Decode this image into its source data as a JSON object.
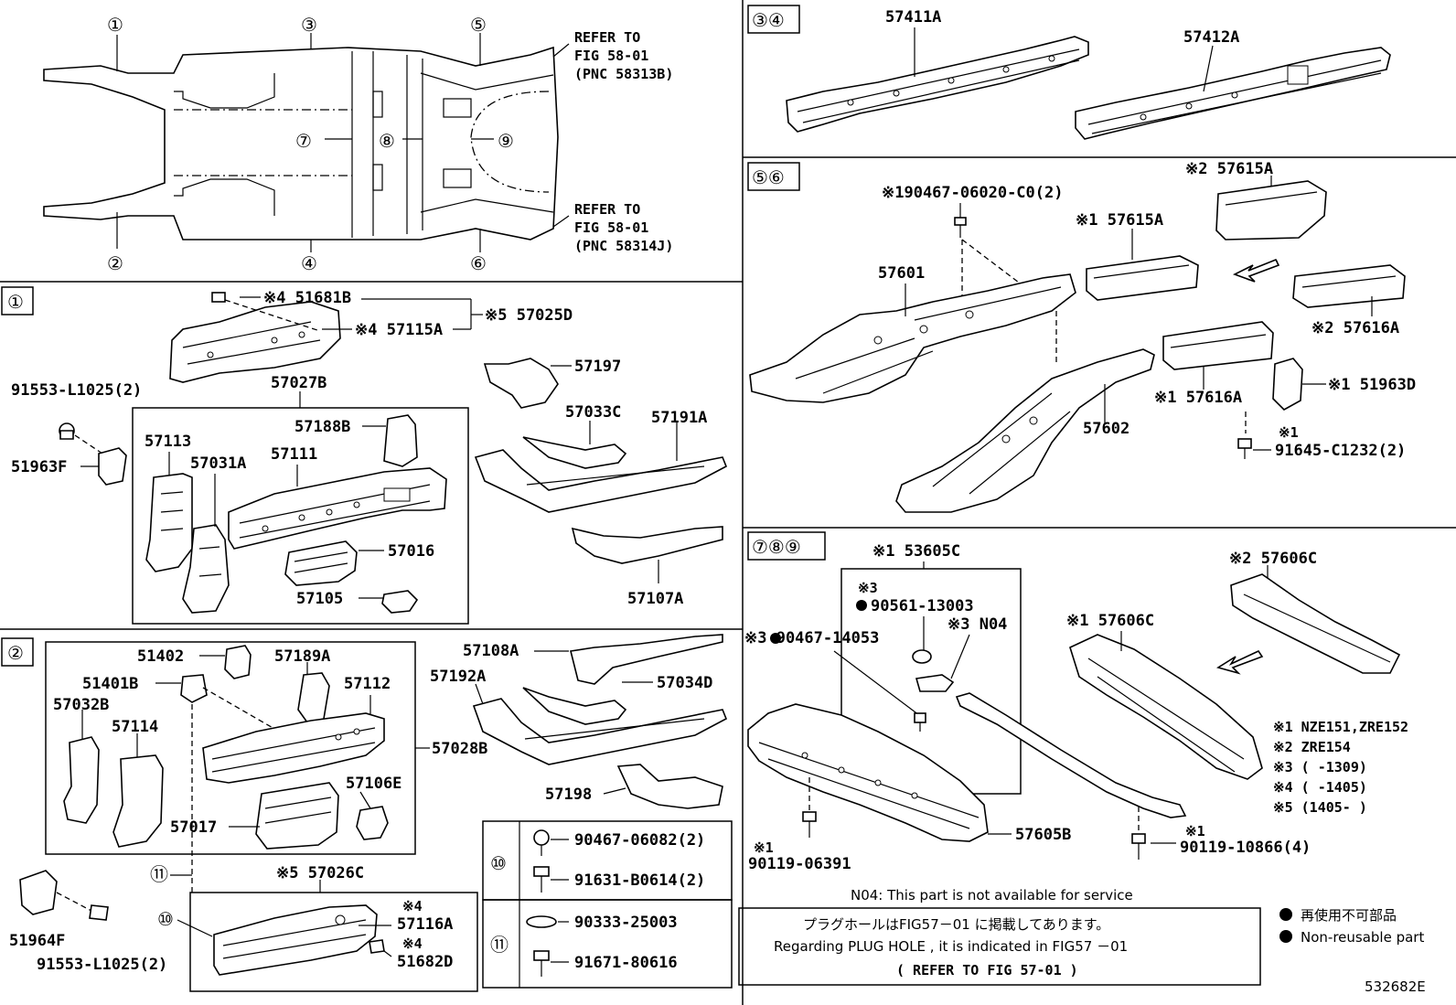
{
  "overview": {
    "callouts": [
      "①",
      "②",
      "③",
      "④",
      "⑤",
      "⑥",
      "⑦",
      "⑧",
      "⑨"
    ],
    "refer_top": [
      "REFER TO",
      "FIG 58-01",
      "(PNC 58313B)"
    ],
    "refer_bottom": [
      "REFER TO",
      "FIG 58-01",
      "(PNC 58314J)"
    ]
  },
  "section1": {
    "tag": "①",
    "labels": {
      "p51681B": "※4 51681B",
      "p57115A": "※4 57115A",
      "p57025D": "※5 57025D",
      "p57027B": "57027B",
      "p91553a": "91553-L1025(2)",
      "p51963F": "51963F",
      "p57113": "57113",
      "p57031A": "57031A",
      "p57188B": "57188B",
      "p57111": "57111",
      "p57016": "57016",
      "p57105": "57105",
      "p57197": "57197",
      "p57033C": "57033C",
      "p57191A": "57191A",
      "p57107A": "57107A"
    }
  },
  "section2": {
    "tag": "②",
    "labels": {
      "p51402": "51402",
      "p57189A": "57189A",
      "p51401B": "51401B",
      "p57112": "57112",
      "p57032B": "57032B",
      "p57114": "57114",
      "p57106E": "57106E",
      "p57017": "57017",
      "p57028B": "57028B",
      "p57108A": "57108A",
      "p57192A": "57192A",
      "p57034D": "57034D",
      "p57198": "57198",
      "p57026C": "※5 57026C",
      "p57116A_mark": "※4",
      "p57116A": "57116A",
      "p51682D_mark": "※4",
      "p51682D": "51682D",
      "p51964F": "51964F",
      "p91553b": "91553-L1025(2)",
      "c10": "⑩",
      "c11": "⑪"
    }
  },
  "fasteners": {
    "t10": "⑩",
    "t11": "⑪",
    "items10": [
      "90467-06082(2)",
      "91631-B0614(2)"
    ],
    "items11": [
      "90333-25003",
      "91671-80616"
    ]
  },
  "section34": {
    "tag": "③④",
    "labels": {
      "pA": "57411A",
      "pB": "57412A"
    }
  },
  "section56": {
    "tag": "⑤⑥",
    "labels": {
      "p190467": "※190467-06020-C0(2)",
      "p57615A_2": "※2 57615A",
      "p57615A_1": "※1 57615A",
      "p57601": "57601",
      "p57616A_2": "※2 57616A",
      "p51963D": "※1 51963D",
      "p57616A_1": "※1 57616A",
      "p57602": "57602",
      "p91645_mark": "※1",
      "p91645": "91645-C1232(2)"
    }
  },
  "section789": {
    "tag": "⑦⑧⑨",
    "labels": {
      "p53605C": "※1 53605C",
      "p90561_mark": "※3",
      "p90561": "90561-13003",
      "pN04": "※3 N04",
      "p90467": "※3 90467-14053",
      "p57606C_2": "※2 57606C",
      "p57606C_1": "※1 57606C",
      "p57605B": "57605B",
      "p90119a_mark": "※1",
      "p90119a": "90119-06391",
      "p90119b_mark": "※1",
      "p90119b": "90119-10866(4)"
    },
    "notes": [
      "※1 NZE151,ZRE152",
      "※2 ZRE154",
      "※3 (       -1309)",
      "※4 (       -1405)",
      "※5 (1405-       )"
    ],
    "n04_note": "N04: This part is not available for service"
  },
  "footer": {
    "jp": "プラグホールはFIG57－01 に掲載してあります。",
    "en": "Regarding  PLUG HOLE , it is  indicated  in  FIG57 －01",
    "ref": "(     REFER  TO FIG  57-01        )",
    "legend_jp": "再使用不可部品",
    "legend_en": "Non-reusable part",
    "code": "532682E"
  }
}
